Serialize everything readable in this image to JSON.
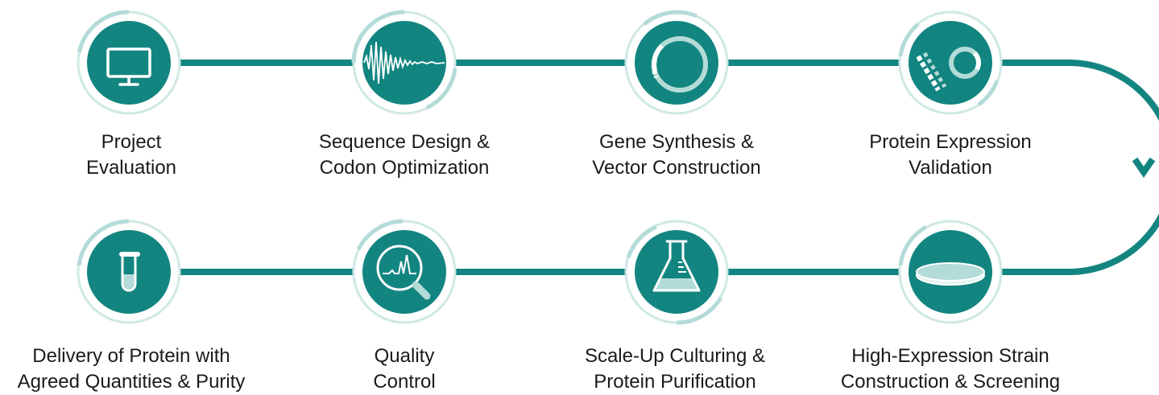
{
  "colors": {
    "teal": "#138580",
    "teal_light": "#b3dbd8",
    "ring": "#cfe8e6",
    "white": "#ffffff"
  },
  "steps": [
    {
      "icon": "monitor-icon",
      "line1": "Project",
      "line2": "Evaluation"
    },
    {
      "icon": "waveform-icon",
      "line1": "Sequence Design &",
      "line2": "Codon Optimization"
    },
    {
      "icon": "plasmid-icon",
      "line1": "Gene Synthesis &",
      "line2": "Vector Construction"
    },
    {
      "icon": "dna-plasmid-icon",
      "line1": "Protein Expression",
      "line2": "Validation"
    },
    {
      "icon": "petri-dish-icon",
      "line1": "High-Expression Strain",
      "line2": "Construction & Screening"
    },
    {
      "icon": "flask-icon",
      "line1": "Scale-Up Culturing &",
      "line2": "Protein Purification"
    },
    {
      "icon": "magnifier-chromatogram-icon",
      "line1": "Quality",
      "line2": "Control"
    },
    {
      "icon": "test-tube-icon",
      "line1": "Delivery of Protein with",
      "line2": "Agreed Quantities & Purity"
    }
  ]
}
